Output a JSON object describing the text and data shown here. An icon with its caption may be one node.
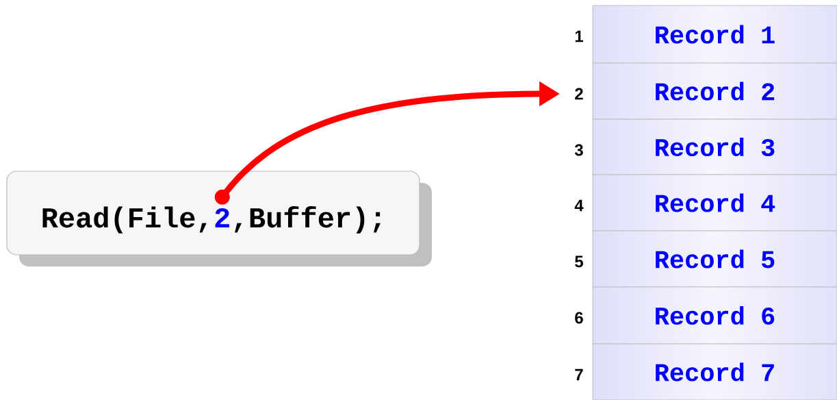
{
  "diagram": {
    "nodes": [
      {
        "text": [
          "Read(File,",
          ",Buffer);"
        ]
      },
      {
        "text": [
          "2"
        ],
        "in": 0
      },
      {
        "text": [
          "Record 1"
        ],
        "beside": [
          "1"
        ]
      },
      {
        "text": [
          "Record 2"
        ],
        "beside": [
          "2"
        ]
      },
      {
        "text": [
          "Record 3"
        ],
        "beside": [
          "3"
        ]
      },
      {
        "text": [
          "Record 4"
        ],
        "beside": [
          "4"
        ]
      },
      {
        "text": [
          "Record 5"
        ],
        "beside": [
          "5"
        ]
      },
      {
        "text": [
          "Record 6"
        ],
        "beside": [
          "6"
        ]
      },
      {
        "text": [
          "Record 7"
        ],
        "beside": [
          "7"
        ]
      }
    ],
    "edges": [
      {
        "from": 1,
        "to": 3,
        "arrow": "to",
        "color": "#ff0000"
      }
    ]
  }
}
